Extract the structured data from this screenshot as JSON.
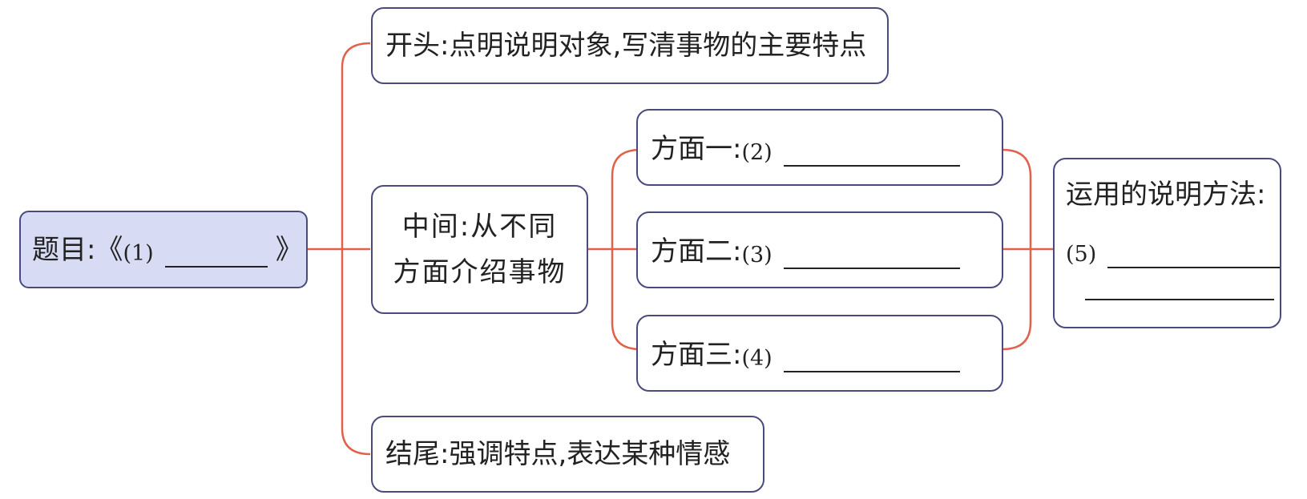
{
  "colors": {
    "connector": "#e0624a",
    "border": "#4a4a7c",
    "title_fill": "#d7dcf4"
  },
  "title_node": {
    "label": "题目:",
    "open": "《",
    "number": "(1)",
    "close": "》"
  },
  "start_node": {
    "text": "开头:点明说明对象,写清事物的主要特点"
  },
  "middle_node": {
    "line1": "中间:从不同",
    "line2": "方面介绍事物"
  },
  "end_node": {
    "text": "结尾:强调特点,表达某种情感"
  },
  "aspects": [
    {
      "label": "方面一:",
      "number": "(2)"
    },
    {
      "label": "方面二:",
      "number": "(3)"
    },
    {
      "label": "方面三:",
      "number": "(4)"
    }
  ],
  "method_node": {
    "label": "运用的说明方法:",
    "number": "(5)"
  }
}
